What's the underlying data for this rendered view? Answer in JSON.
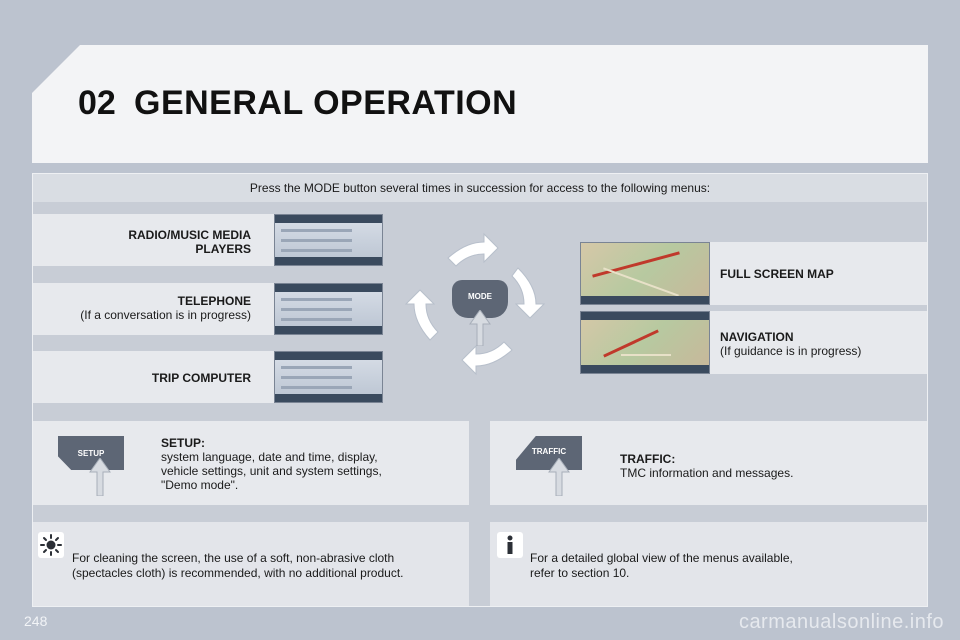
{
  "header": {
    "chapter_number": "02",
    "chapter_title": "GENERAL OPERATION"
  },
  "intro": "Press the MODE button several times in succession for access to the following menus:",
  "menus_left": [
    {
      "title": "RADIO/MUSIC MEDIA",
      "title2": "PLAYERS",
      "sub": ""
    },
    {
      "title": "TELEPHONE",
      "sub": "(If a conversation is in progress)"
    },
    {
      "title": "TRIP COMPUTER",
      "sub": ""
    }
  ],
  "menus_right": [
    {
      "title": "FULL SCREEN MAP",
      "sub": ""
    },
    {
      "title": "NAVIGATION",
      "sub": "(If guidance is in progress)"
    }
  ],
  "mode_button": "MODE",
  "setup": {
    "key_label": "SETUP",
    "title": "SETUP:",
    "text_lines": [
      "system language, date and time, display,",
      "vehicle settings, unit and system settings,",
      "\"Demo mode\"."
    ]
  },
  "traffic": {
    "key_label": "TRAFFIC",
    "title": "TRAFFIC:",
    "text": "TMC information and messages."
  },
  "notes": {
    "cleaning_lines": [
      "For cleaning the screen, the use of a soft, non-abrasive cloth",
      "(spectacles cloth) is recommended, with no additional product."
    ],
    "info_lines": [
      "For a detailed global view of the menus available,",
      "refer to section 10."
    ]
  },
  "page_number": "248",
  "watermark": "carmanualsonline.info",
  "colors": {
    "page_bg": "#bcc3cf",
    "band_bg": "#e7e9ed",
    "key_bg": "#5d6675"
  }
}
